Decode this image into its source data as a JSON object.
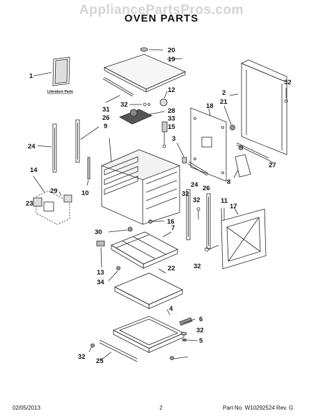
{
  "watermark": "AppliancePartsPros.com",
  "title": "OVEN PARTS",
  "literature_label": "Literature Parts",
  "callouts": {
    "c1": "1",
    "c2": "2",
    "c3": "3",
    "c4": "4",
    "c5": "5",
    "c6": "6",
    "c7": "7",
    "c8": "8",
    "c9": "9",
    "c10": "10",
    "c11": "11",
    "c12": "12",
    "c13": "13",
    "c14": "14",
    "c15": "15",
    "c16": "16",
    "c17": "17",
    "c18": "18",
    "c19": "19",
    "c20": "20",
    "c21": "21",
    "c22": "22",
    "c23": "23",
    "c24a": "24",
    "c24b": "24",
    "c25": "25",
    "c26a": "26",
    "c26b": "26",
    "c27": "27",
    "c28": "28",
    "c29": "29",
    "c30": "30",
    "c31": "31",
    "c32a": "32",
    "c32b": "32",
    "c32c": "32",
    "c32d": "32",
    "c32e": "32",
    "c32f": "32",
    "c32g": "32",
    "c33": "33",
    "c34": "34"
  },
  "footer": {
    "date": "02/05/2013",
    "page": "2",
    "part_no": "Part No.  W10292524  Rev.  G"
  }
}
